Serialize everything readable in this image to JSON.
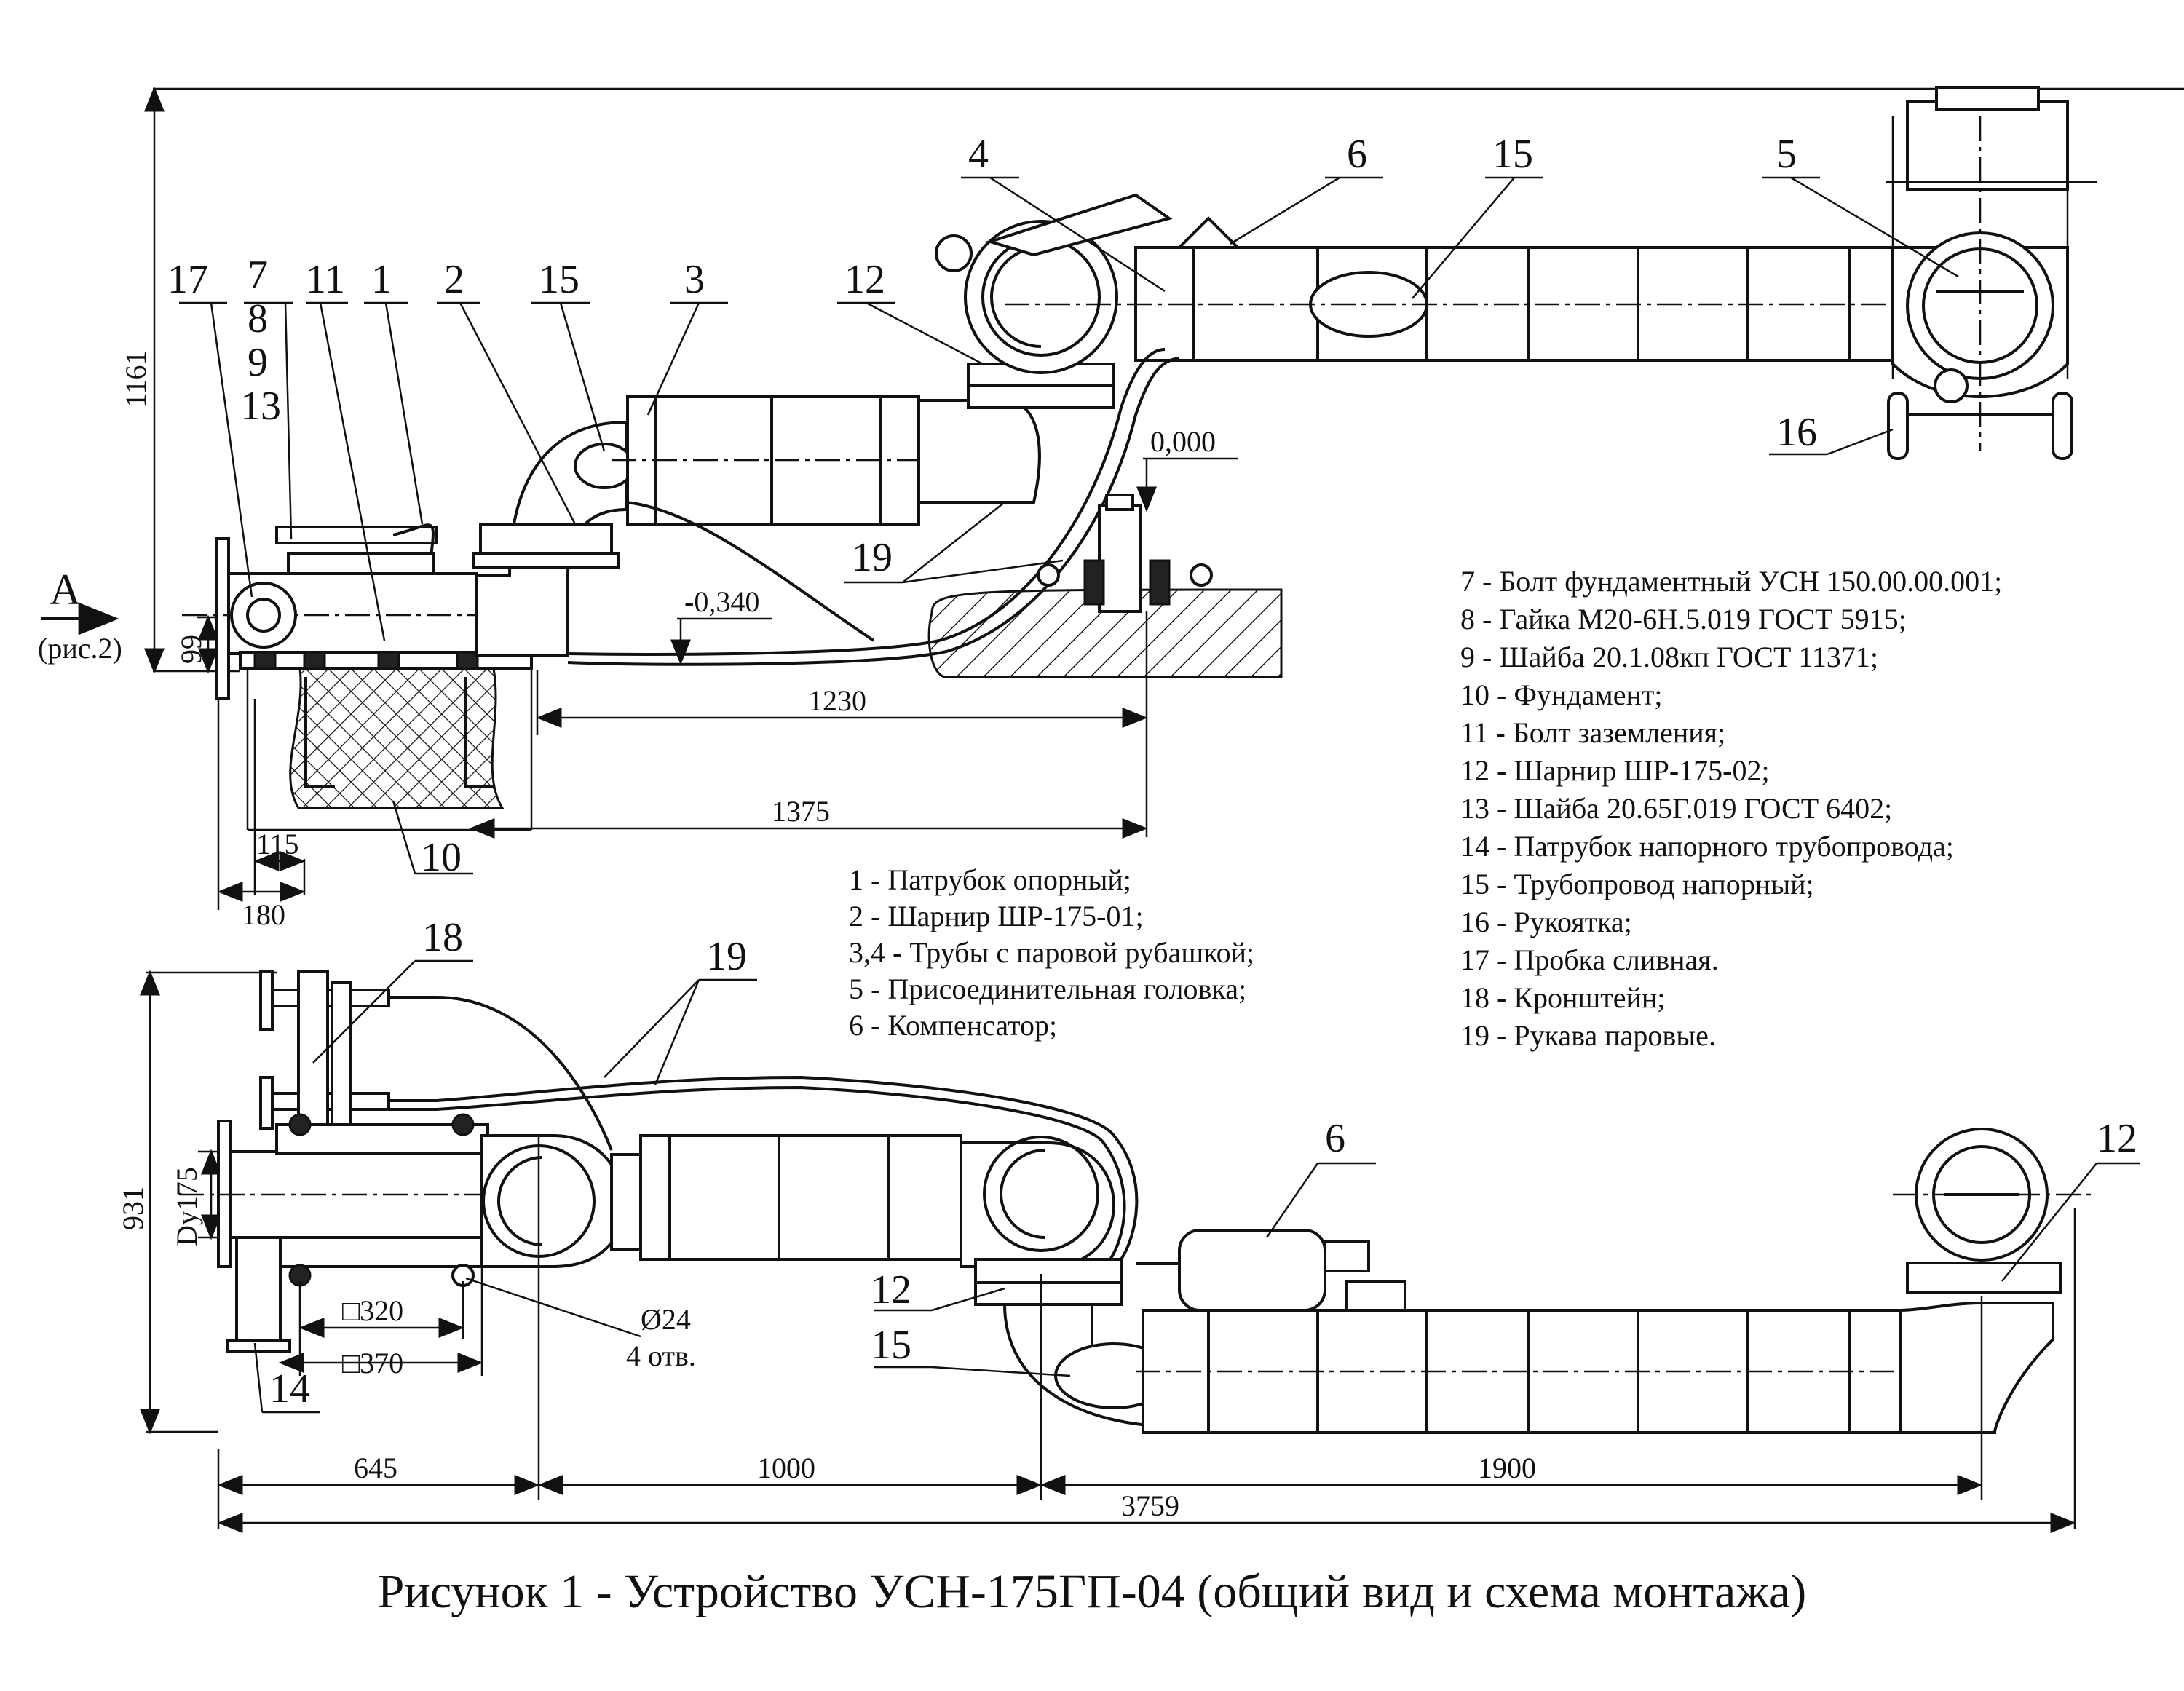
{
  "figure": {
    "caption": "Рисунок 1 -  Устройство УСН-175ГП-04 (общий вид и схема монтажа)"
  },
  "legend_left": [
    "1 - Патрубок опорный;",
    "2 - Шарнир ШР-175-01;",
    "3,4 - Трубы с паровой рубашкой;",
    "5 - Присоединительная головка;",
    "6 - Компенсатор;"
  ],
  "legend_right": [
    "7 - Болт фундаментный УСН 150.00.00.001;",
    "8 - Гайка М20-6Н.5.019 ГОСТ 5915;",
    "9 - Шайба 20.1.08кп ГОСТ 11371;",
    "10 - Фундамент;",
    "11 - Болт заземления;",
    "12 - Шарнир ШР-175-02;",
    "13 - Шайба 20.65Г.019 ГОСТ 6402;",
    "14 - Патрубок напорного трубопровода;",
    "15 - Трубопровод напорный;",
    "16 - Рукоятка;",
    "17 - Пробка сливная.",
    "18 - Кронштейн;",
    "19 - Рукава паровые."
  ],
  "side_view": {
    "callouts": [
      "17",
      "7",
      "8",
      "9",
      "13",
      "11",
      "1",
      "2",
      "15",
      "3",
      "12",
      "4",
      "6",
      "15",
      "5",
      "16",
      "19",
      "10"
    ],
    "view_label": "А",
    "view_ref": "(рис.2)",
    "elevation_top": "0,000",
    "elevation_low": "-0,340",
    "dims": {
      "height_total": "1161",
      "height_axis": "99",
      "len_1230": "1230",
      "len_1375": "1375",
      "w_115": "115",
      "w_180": "180"
    }
  },
  "plan_view": {
    "callouts": [
      "18",
      "19",
      "6",
      "12",
      "12",
      "15",
      "14"
    ],
    "dims": {
      "height_total": "931",
      "dy": "Dy175",
      "sq_320": "□320",
      "sq_370": "□370",
      "holes": "Ø24",
      "holes_count": "4 отв.",
      "len_645": "645",
      "len_1000": "1000",
      "len_1900": "1900",
      "len_total": "3759"
    }
  }
}
